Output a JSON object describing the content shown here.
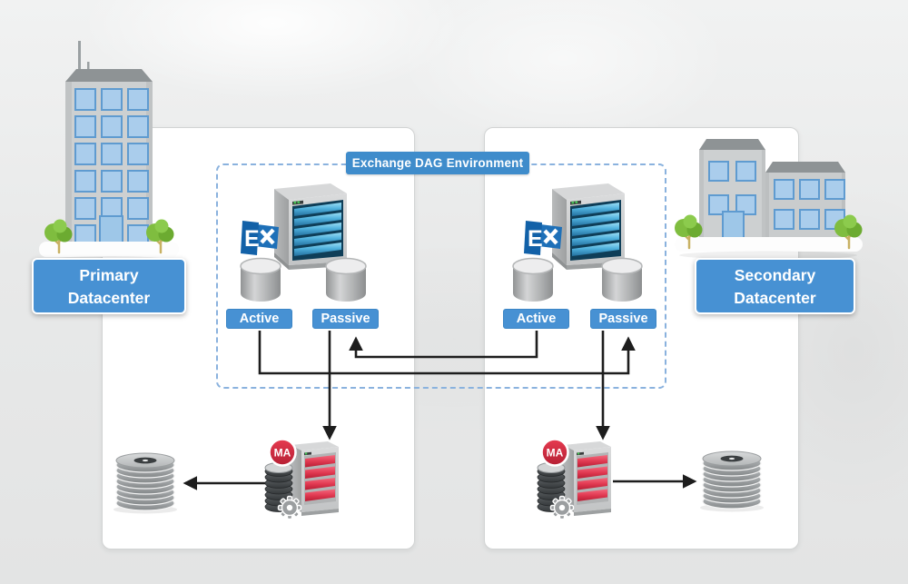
{
  "datacenters": {
    "primary": {
      "line1": "Primary",
      "line2": "Datacenter"
    },
    "secondary": {
      "line1": "Secondary",
      "line2": "Datacenter"
    }
  },
  "dag": {
    "title": "Exchange DAG Environment",
    "servers": [
      {
        "name": "exchange-server-1",
        "exchange_letter": "E",
        "databases": [
          {
            "label": "Active"
          },
          {
            "label": "Passive"
          }
        ]
      },
      {
        "name": "exchange-server-2",
        "exchange_letter": "E",
        "databases": [
          {
            "label": "Active"
          },
          {
            "label": "Passive"
          }
        ]
      }
    ]
  },
  "media_agents": [
    {
      "badge": "MA",
      "icons": [
        "ma-server-icon",
        "disk-stack-icon",
        "gear-icon"
      ]
    },
    {
      "badge": "MA",
      "icons": [
        "ma-server-icon",
        "disk-stack-icon",
        "gear-icon"
      ]
    }
  ],
  "storage": [
    {
      "icon": "storage-stack-icon"
    },
    {
      "icon": "storage-stack-icon"
    }
  ],
  "flows": [
    {
      "from": "server1-active",
      "to": "server2-passive",
      "type": "replication"
    },
    {
      "from": "server2-active",
      "to": "server1-passive",
      "type": "replication"
    },
    {
      "from": "server1-passive",
      "to": "media-agent-1",
      "type": "backup"
    },
    {
      "from": "server2-passive",
      "to": "media-agent-2",
      "type": "backup"
    },
    {
      "from": "media-agent-1",
      "to": "storage-1",
      "type": "write"
    },
    {
      "from": "media-agent-2",
      "to": "storage-2",
      "type": "write"
    }
  ],
  "colors": {
    "accent_blue": "#4791d3",
    "dag_label_blue": "#3f8ccb",
    "dag_border_blue": "#8ab2de",
    "exchange_logo_blue": "#1261a8",
    "ma_badge_red": "#d52a3e",
    "arrow_black": "#1d1d1d",
    "panel_white": "#ffffff"
  }
}
